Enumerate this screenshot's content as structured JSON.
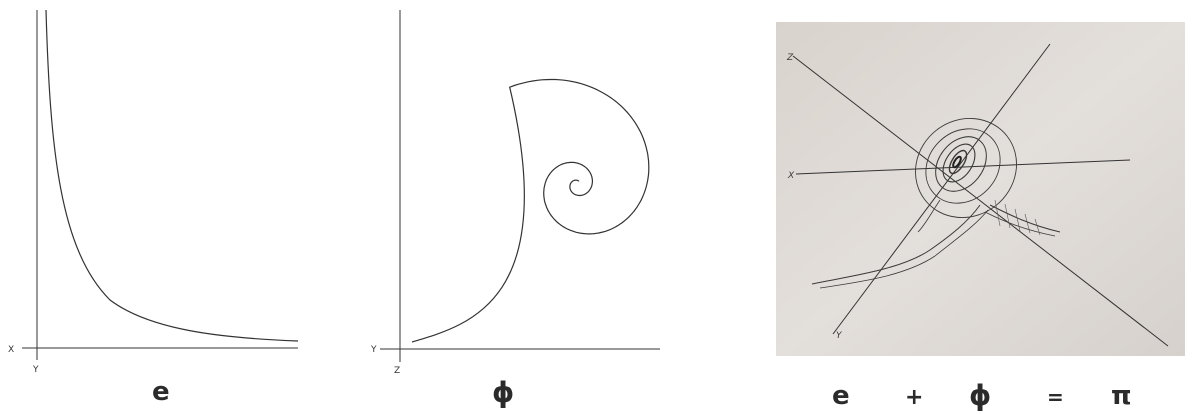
{
  "panels": [
    {
      "caption": "e",
      "axis_labels": {
        "origin_left": "X",
        "origin_below": "Y"
      }
    },
    {
      "caption": "ϕ",
      "axis_labels": {
        "origin_left": "Y",
        "origin_below": "Z"
      }
    },
    {
      "axis_labels": {
        "top_left": "Z",
        "middle_left": "X",
        "bottom_left": "Y"
      }
    }
  ],
  "equation": {
    "term1": "e",
    "plus": "+",
    "term2": "ϕ",
    "equals": "=",
    "result": "π"
  },
  "colors": {
    "ink": "#2b2b2b",
    "photo_background": "#ddd8d3"
  }
}
